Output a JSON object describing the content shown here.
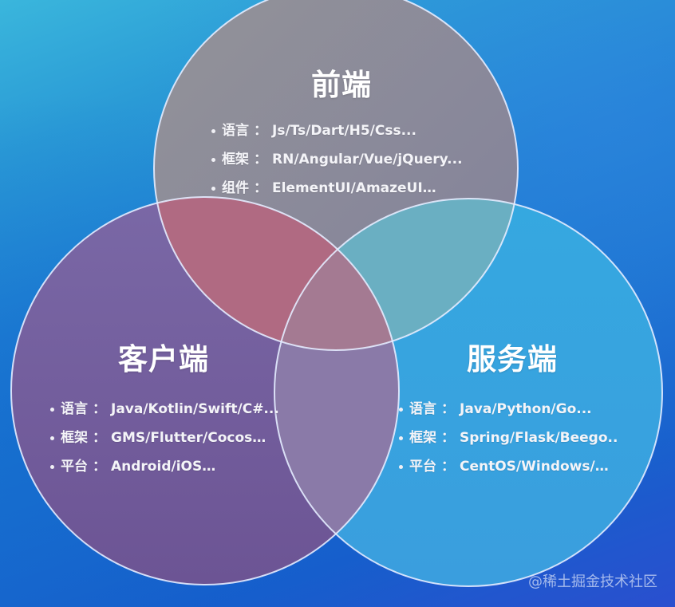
{
  "diagram": {
    "type": "venn",
    "background": {
      "top_left": "#3ab6dc",
      "bottom_right": "#2a4fcf"
    },
    "stroke_color": "#e8f0ff",
    "circles": [
      {
        "id": "frontend",
        "title": "前端",
        "fill": "#8a8a9a",
        "items": [
          {
            "key": "语言",
            "value": "Js/Ts/Dart/H5/Css..."
          },
          {
            "key": "框架",
            "value": "RN/Angular/Vue/jQuery..."
          },
          {
            "key": "组件",
            "value": "ElementUI/AmazeUI…"
          }
        ]
      },
      {
        "id": "client",
        "title": "客户端",
        "fill": "#6e5aa0",
        "items": [
          {
            "key": "语言",
            "value": "Java/Kotlin/Swift/C#..."
          },
          {
            "key": "框架",
            "value": "GMS/Flutter/Cocos…"
          },
          {
            "key": "平台",
            "value": "Android/iOS…"
          }
        ]
      },
      {
        "id": "server",
        "title": "服务端",
        "fill": "#34a4de",
        "items": [
          {
            "key": "语言",
            "value": "Java/Python/Go..."
          },
          {
            "key": "框架",
            "value": "Spring/Flask/Beego.."
          },
          {
            "key": "平台",
            "value": "CentOS/Windows/…"
          }
        ]
      }
    ],
    "intersections": {
      "frontend_client": "#b06a82",
      "frontend_server": "#6aafc2",
      "client_server": "#8a7aa8",
      "all": "#a47a92"
    },
    "separator": "："
  },
  "watermark": "@稀土掘金技术社区"
}
